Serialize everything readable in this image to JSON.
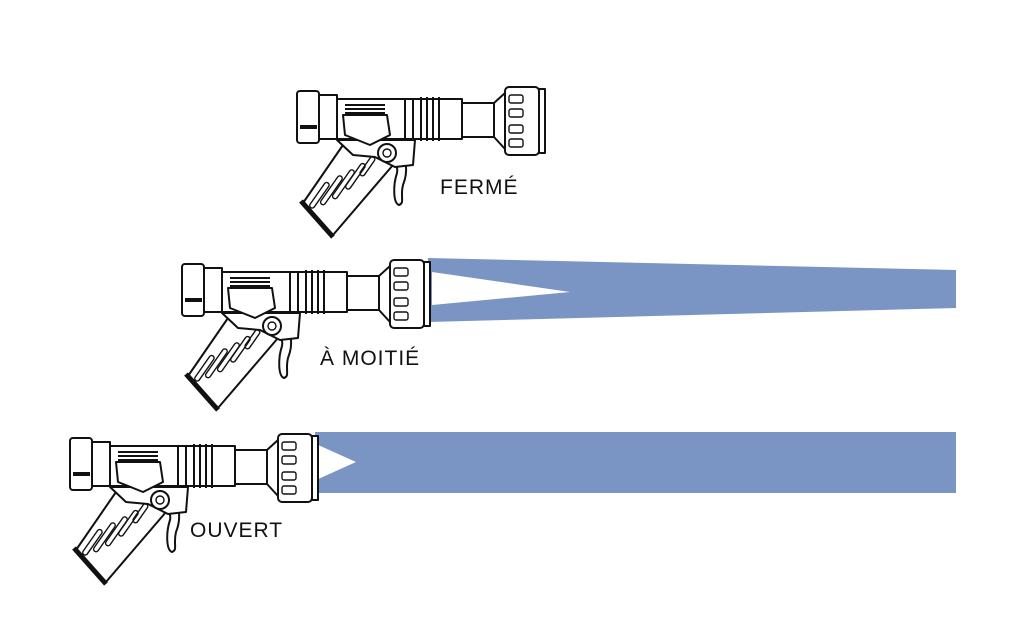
{
  "diagram": {
    "spray_color": "#7a94c4",
    "states": [
      {
        "label": "FERMÉ",
        "spray": "none"
      },
      {
        "label": "À MOITIÉ",
        "spray": "half"
      },
      {
        "label": "OUVERT",
        "spray": "full"
      }
    ]
  }
}
